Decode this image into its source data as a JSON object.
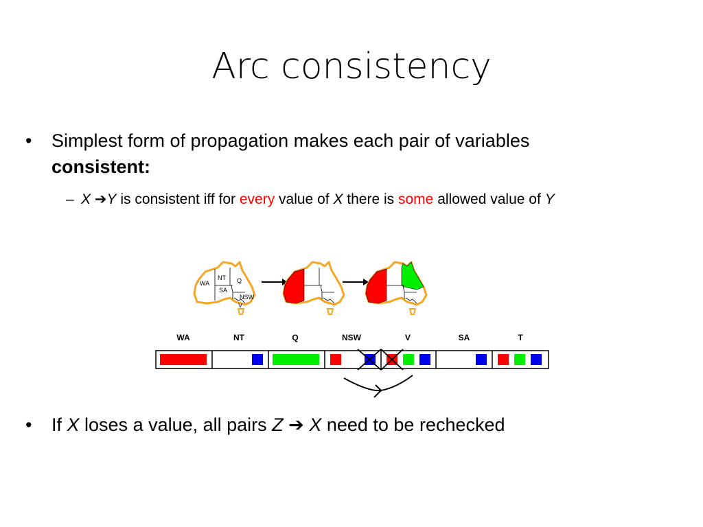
{
  "slide": {
    "title": "Arc consistency",
    "bullet1": {
      "marker": "•",
      "line1": "Simplest form of propagation makes each pair of variables",
      "line2": "consistent:"
    },
    "sub_bullet": {
      "marker": "–",
      "x": "X",
      "arrow": "➔",
      "y": "Y",
      "t1": " is consistent iff for ",
      "every": "every",
      "t2": " value of ",
      "x2": "X",
      "t3": " there is ",
      "some": "some",
      "t4": " allowed value of ",
      "y2": "Y"
    },
    "bullet2": {
      "marker": "•",
      "t1": "If ",
      "x": "X",
      "t2": " loses a value, all pairs ",
      "z": "Z",
      "arrow": " ➔ ",
      "x2": "X",
      "t3": " need to be rechecked"
    }
  },
  "colors": {
    "red": "#ff0000",
    "green": "#00ee00",
    "blue": "#0000ee",
    "outline": "#f5a623",
    "highlight_text": "#ff0000"
  },
  "map_labels": {
    "wa": "WA",
    "nt": "NT",
    "q": "Q",
    "sa": "SA",
    "nsw": "NSW",
    "v": "V"
  },
  "domain_table": {
    "headers": [
      "WA",
      "NT",
      "Q",
      "NSW",
      "V",
      "SA",
      "T"
    ],
    "cells": [
      {
        "var": "WA",
        "values": [
          "red"
        ]
      },
      {
        "var": "NT",
        "values": [
          "blue"
        ]
      },
      {
        "var": "Q",
        "values": [
          "green"
        ]
      },
      {
        "var": "NSW",
        "values": [
          "red",
          "blue"
        ],
        "crossed": [
          "blue"
        ]
      },
      {
        "var": "V",
        "values": [
          "red",
          "green",
          "blue"
        ],
        "crossed": [
          "red"
        ]
      },
      {
        "var": "SA",
        "values": [
          "blue"
        ]
      },
      {
        "var": "T",
        "values": [
          "red",
          "green",
          "blue"
        ]
      }
    ]
  }
}
